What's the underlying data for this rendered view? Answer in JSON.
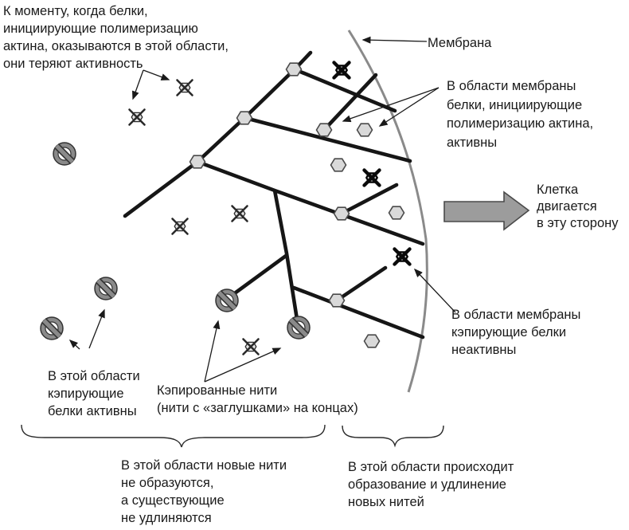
{
  "diagram": {
    "annotations": {
      "inactive_initiators": "К моменту, когда белки,\nинициирующие полимеризацию\nактина, оказываются в этой области,\nони теряют активность",
      "membrane": "Мембрана",
      "active_initiators": "В области мембраны\nбелки, инициирующие\nполимеризацию актина,\nактивны",
      "cell_direction": "Клетка\nдвигается\nв эту сторону",
      "inactive_cappers": "В области мембраны\nкэпирующие белки\nнеактивны",
      "active_cappers": "В этой области\nкэпирующие\nбелки активны",
      "capped_filaments": "Кэпированные нити\n(нити с «заглушками» на концах)",
      "left_region": "В этой области новые нити\nне образуются,\nа существующие\nне удлиняются",
      "right_region": "В этой области происходит\nобразование и удлинение\nновых нитей"
    },
    "icons": {
      "active_initiator": "light-gray-hexagon",
      "inactive_initiator": "crossed-hexagon",
      "active_capper": "no-entry-circle",
      "inactive_capper": "dark-crossed-hexagon",
      "capped_filament_end": "no-entry-circle-on-filament-tip",
      "filament": "thick-black-line",
      "membrane": "gray-curved-line",
      "cell_direction_arrow": "large-gray-right-arrow"
    },
    "colors": {
      "text": "#1a1a1a",
      "filament": "#161616",
      "membrane": "#8a8a8a",
      "hexagon_fill": "#d9d9d9",
      "no_entry_ring": "#8a8a8a",
      "big_arrow_fill": "#9c9c9c",
      "background": "#ffffff"
    }
  }
}
